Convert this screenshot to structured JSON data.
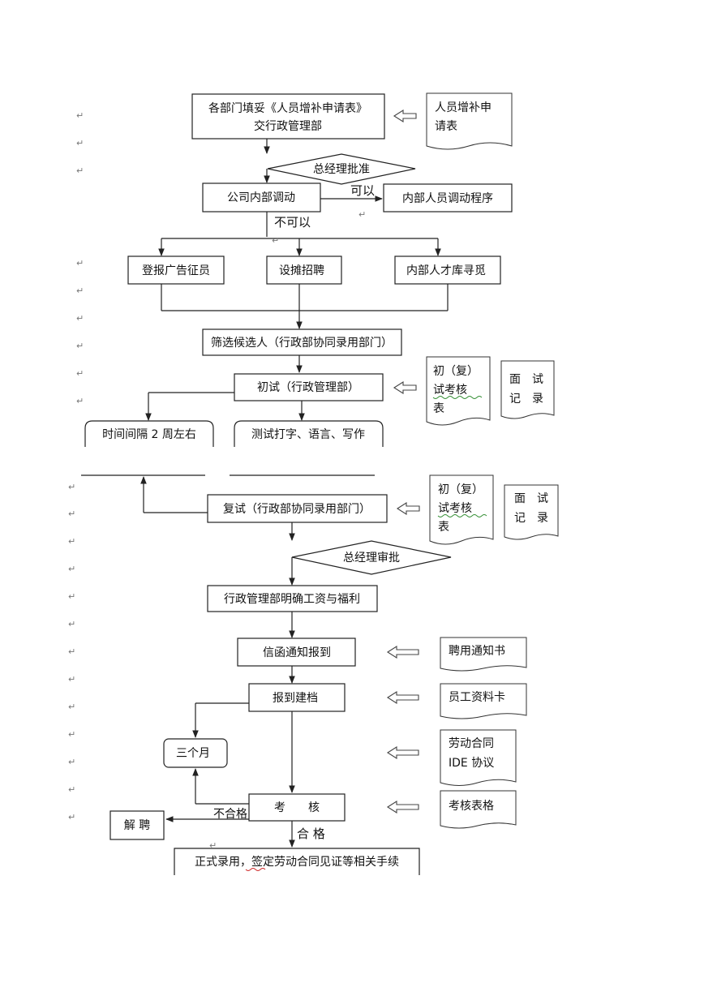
{
  "boxes": {
    "dept_fill": [
      "各部门填妥《人员增补申请表》",
      "交行政管理部"
    ],
    "internal_transfer": "公司内部调动",
    "internal_procedure": "内部人员调动程序",
    "newspaper_ad": "登报广告征员",
    "booth_recruit": "设摊招聘",
    "talent_pool": "内部人才库寻觅",
    "screening": "筛选候选人（行政部协同录用部门）",
    "first_interview": "初试（行政管理部）",
    "time_interval": "时间间隔 2 周左右",
    "tests": "测试打字、语言、写作",
    "second_interview": "复试（行政部协同录用部门）",
    "salary_benefit": "行政管理部明确工资与福利",
    "notify_letter": "信函通知报到",
    "register_file": "报到建档",
    "three_months": "三个月",
    "assessment": "考　　核",
    "dismiss": "解 聘",
    "formal_hire": "正式录用，签定劳动合同见证等相关手续"
  },
  "decisions": {
    "gm_approve": "总经理批准",
    "gm_review": "总经理审批"
  },
  "documents": {
    "staff_request_form": [
      "人员增补申",
      "请表"
    ],
    "eval_form_1": [
      "初（复）",
      "试考核",
      "表"
    ],
    "interview_record_1": [
      "面　试",
      "记　录"
    ],
    "eval_form_2": [
      "初（复）",
      "试考核",
      "表"
    ],
    "interview_record_2": [
      "面　试",
      "记　录"
    ],
    "offer_letter": "聘用通知书",
    "staff_card": "员工资料卡",
    "contract": [
      "劳动合同",
      "IDE 协议"
    ],
    "assess_form": "考核表格"
  },
  "edge_labels": {
    "can": "可以",
    "cannot": "不可以",
    "fail": "不合格",
    "pass": "合 格"
  }
}
